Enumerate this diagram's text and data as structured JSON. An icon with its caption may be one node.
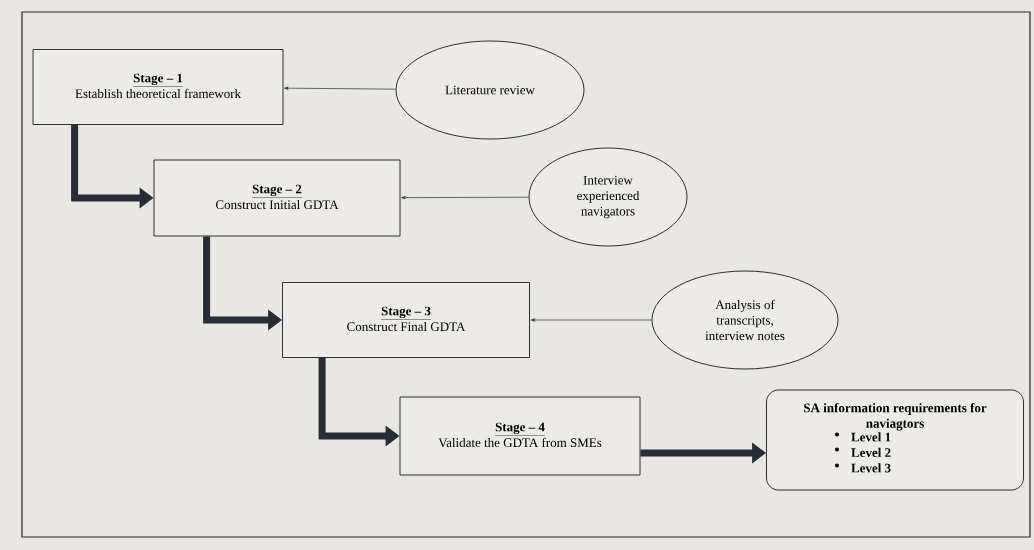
{
  "diagram": {
    "nodes": [
      {
        "text": [
          "Stage – 1",
          "Establish theoretical framework"
        ]
      },
      {
        "text": [
          "Literature review"
        ]
      },
      {
        "text": [
          "Stage – 2",
          "Construct Initial GDTA"
        ]
      },
      {
        "text": [
          "Interview experienced navigators"
        ]
      },
      {
        "text": [
          "Stage – 3",
          "Construct Final GDTA"
        ]
      },
      {
        "text": [
          "Analysis of transcripts, interview notes"
        ]
      },
      {
        "text": [
          "Stage – 4",
          "Validate the GDTA from SMEs"
        ]
      },
      {
        "text": [
          "SA information requirements for naviagtors",
          "Level 1",
          "Level 2",
          "Level 3"
        ]
      }
    ],
    "edges": [
      {
        "from": 1,
        "to": 0,
        "arrow": "to"
      },
      {
        "from": 0,
        "to": 2,
        "arrow": "to"
      },
      {
        "from": 3,
        "to": 2,
        "arrow": "to"
      },
      {
        "from": 2,
        "to": 4,
        "arrow": "to"
      },
      {
        "from": 5,
        "to": 4,
        "arrow": "to"
      },
      {
        "from": 4,
        "to": 6,
        "arrow": "to"
      },
      {
        "from": 6,
        "to": 7,
        "arrow": "to"
      }
    ]
  }
}
